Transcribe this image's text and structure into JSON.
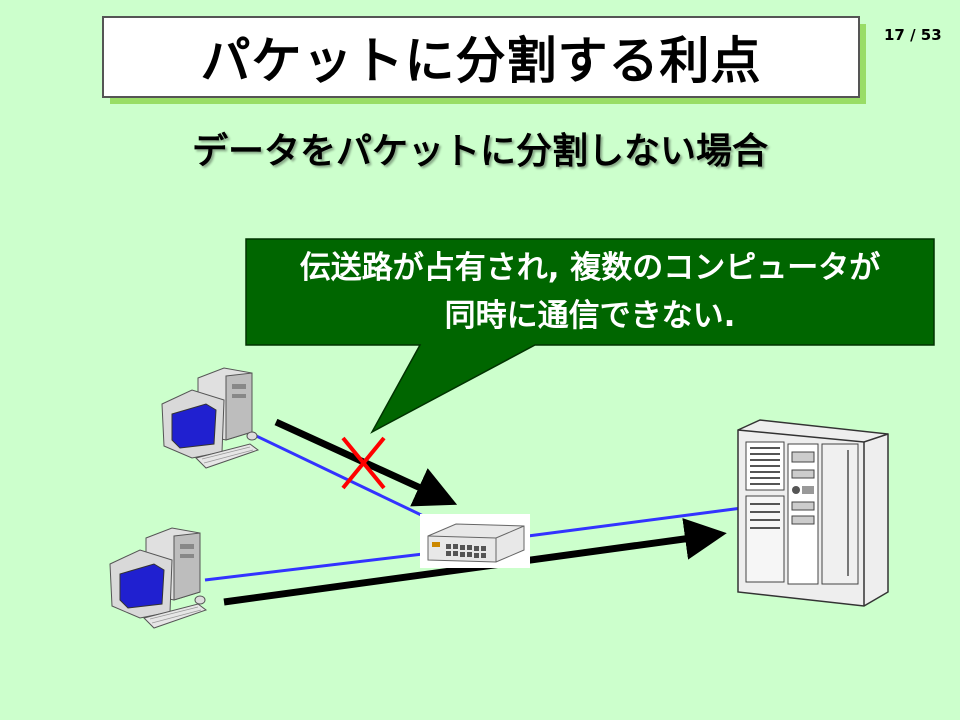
{
  "slide": {
    "title": "パケットに分割する利点",
    "page_number": "17 / 53",
    "subtitle": "データをパケットに分割しない場合"
  },
  "callout": {
    "line1": "伝送路が占有され, 複数のコンピュータが",
    "line2": "同時に通信できない."
  },
  "colors": {
    "background": "#ccffcc",
    "callout_fill": "#006600",
    "link_line": "#3333ff",
    "arrow": "#000000",
    "blocked_mark": "#ff0000"
  },
  "icons": [
    "desktop-computer-icon",
    "desktop-computer-icon",
    "network-hub-icon",
    "server-tower-icon",
    "blocked-cross-icon"
  ]
}
